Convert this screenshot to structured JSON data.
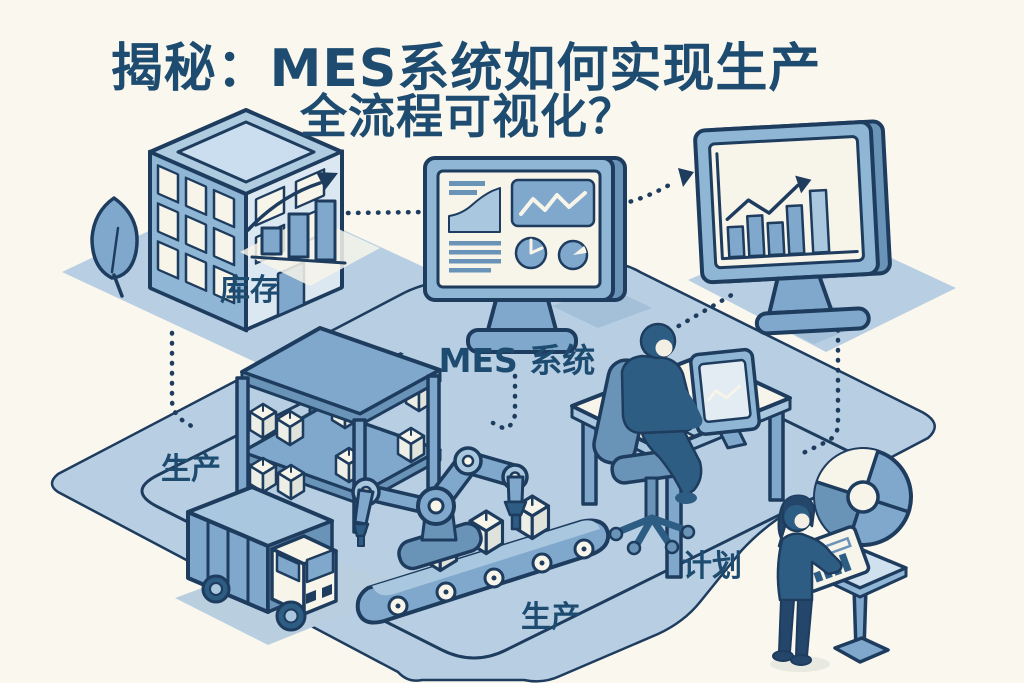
{
  "title": {
    "line1": "揭秘：MES系统如何实现生产",
    "line2": "全流程可视化？"
  },
  "labels": {
    "inventory": "库存",
    "mes_system": "MES 系统",
    "production_left": "生产",
    "production_bottom": "生产",
    "planning": "计划"
  },
  "colors": {
    "bg": "#faf7ee",
    "navy": "#1e3c5e",
    "title": "#1d4c70",
    "platform": "#b7cee3",
    "mid": "#7fa8cc",
    "light": "#a9c7de",
    "deep": "#6a93b8",
    "figure": "#2e5d84",
    "screen": "#f7f4ea",
    "shadow": "#a4bfd8"
  }
}
